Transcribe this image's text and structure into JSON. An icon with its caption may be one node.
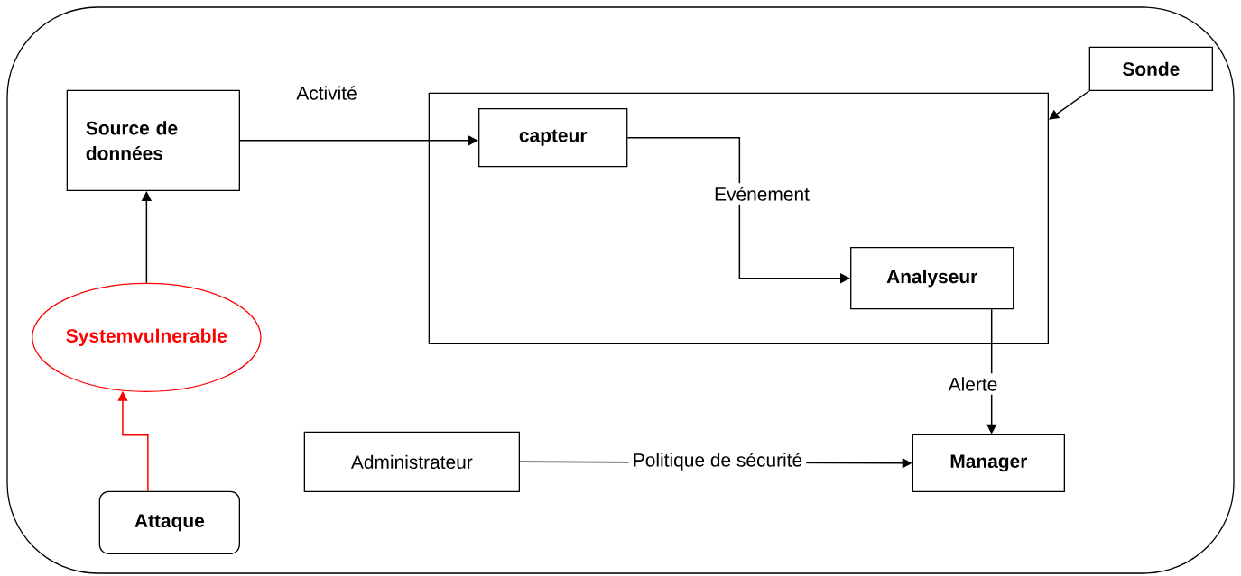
{
  "diagram": {
    "nodes": [
      {
        "text": [],
        "shape": "box"
      },
      {
        "text": [
          "Source de données"
        ],
        "in": 0
      },
      {
        "text": [],
        "shape": "box",
        "in": 0
      },
      {
        "text": [
          "capteur"
        ],
        "in": 2
      },
      {
        "text": [
          "Analyseur"
        ],
        "in": 2
      },
      {
        "text": [
          "Sonde"
        ],
        "in": 0
      },
      {
        "text": [
          "Systemvulnerable"
        ],
        "in": 0
      },
      {
        "text": [
          "Attaque"
        ],
        "in": 0
      },
      {
        "text": [
          "Administrateur"
        ],
        "in": 0
      },
      {
        "text": [
          "Manager"
        ],
        "in": 0
      }
    ],
    "edges": [
      {
        "from": 1,
        "to": 3,
        "arrow": "to",
        "label": "Activité"
      },
      {
        "from": 3,
        "to": 4,
        "arrow": "to",
        "label": "Evénement"
      },
      {
        "from": 5,
        "to": 2,
        "arrow": "to"
      },
      {
        "from": 4,
        "to": 9,
        "arrow": "to",
        "label": "Alerte"
      },
      {
        "from": 8,
        "to": 9,
        "arrow": "to",
        "label": "Politique de sécurité"
      },
      {
        "from": 7,
        "to": 6,
        "arrow": "to",
        "color": "#ff0000"
      },
      {
        "from": 6,
        "to": 1,
        "arrow": "to"
      }
    ]
  }
}
